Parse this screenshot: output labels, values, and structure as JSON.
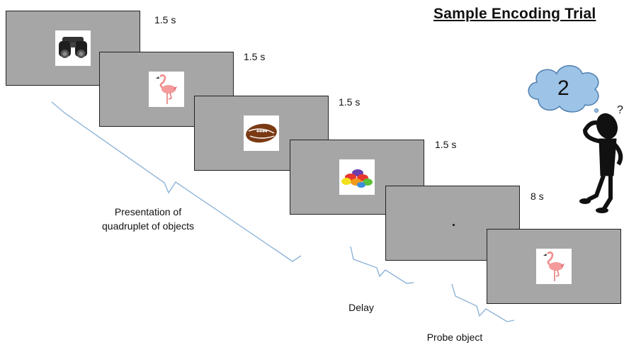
{
  "title": "Sample Encoding Trial",
  "frames": [
    {
      "duration": "1.5 s",
      "object": "binoculars"
    },
    {
      "duration": "1.5 s",
      "object": "flamingo"
    },
    {
      "duration": "1.5 s",
      "object": "football"
    },
    {
      "duration": "1.5 s",
      "object": "jelly beans"
    },
    {
      "duration": "8 s",
      "object": "fixation dot"
    },
    {
      "duration": "",
      "object": "flamingo"
    }
  ],
  "labels": {
    "presentation": "Presentation of quadruplet of objects",
    "delay": "Delay",
    "probe": "Probe object"
  },
  "thought_bubble_number": "2",
  "colors": {
    "screen": "#a6a6a6",
    "bracket": "#8eb4d8",
    "cloud": "#9dc3e6"
  }
}
